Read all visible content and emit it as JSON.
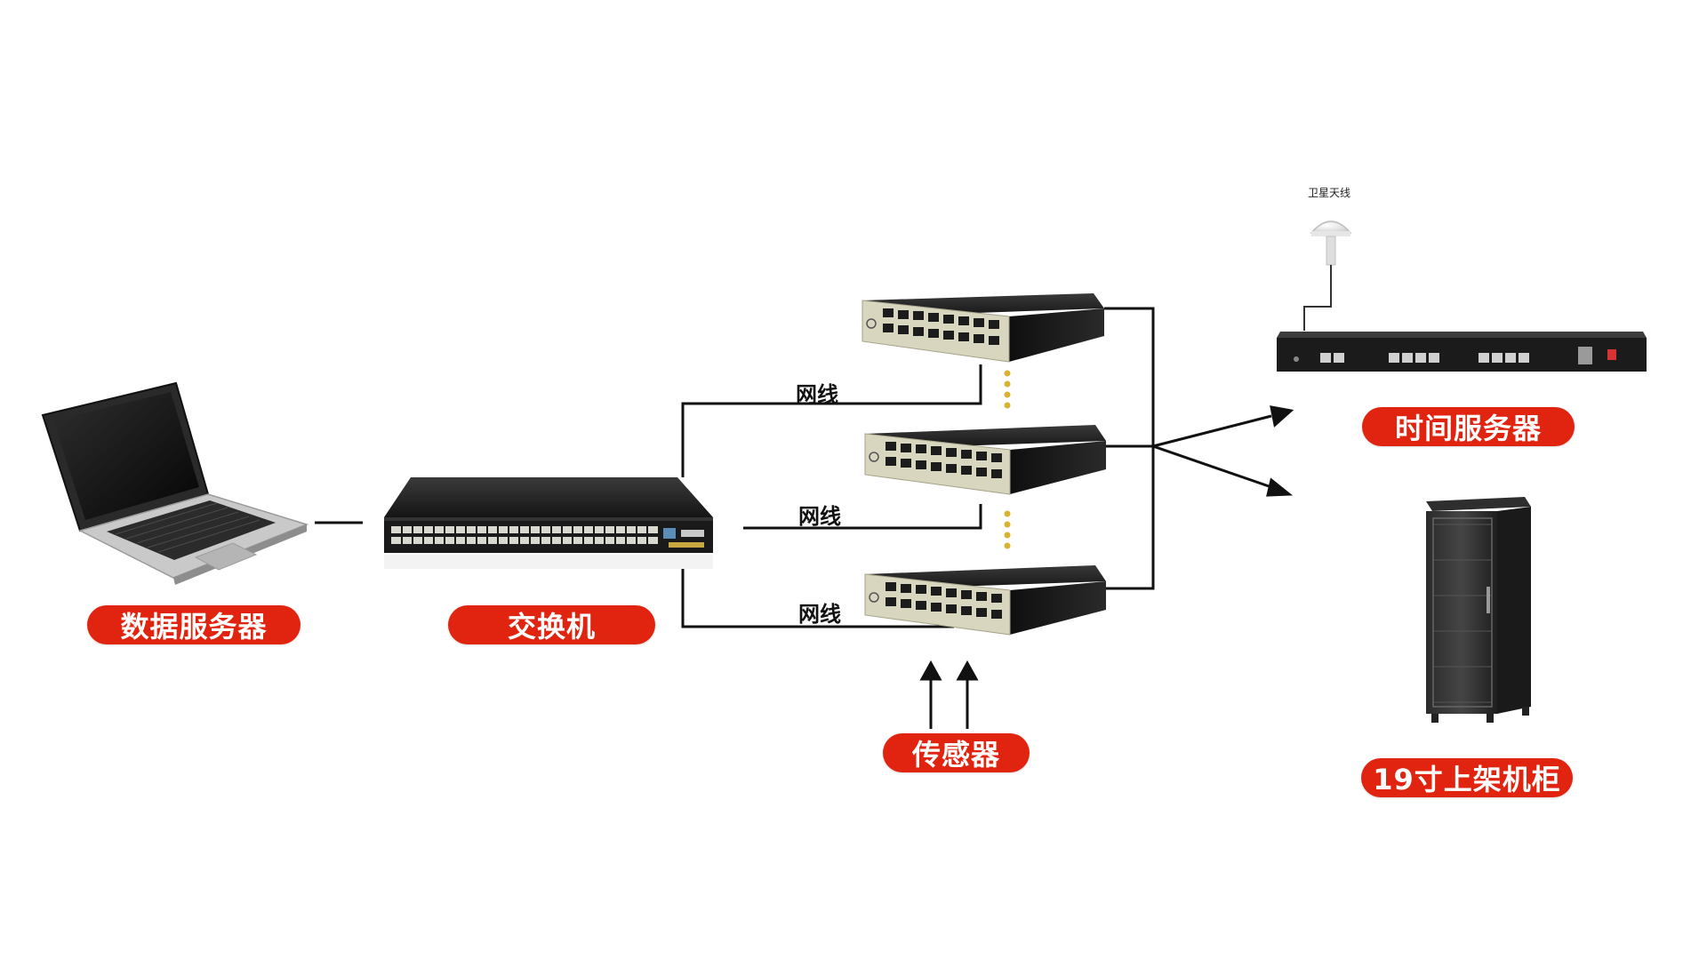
{
  "labels": {
    "data_server": "数据服务器",
    "switch": "交换机",
    "sensor": "传感器",
    "time_server": "时间服务器",
    "rack": "19寸上架机柜",
    "antenna": "卫星天线"
  },
  "wires": {
    "top": "网线",
    "middle": "网线",
    "bottom": "网线"
  },
  "colors": {
    "pill_red": "#e0240f",
    "line": "#111111",
    "dot_gold": "#d9b233",
    "device_dark": "#1c1c1c",
    "device_panel": "#d9d6bf"
  }
}
